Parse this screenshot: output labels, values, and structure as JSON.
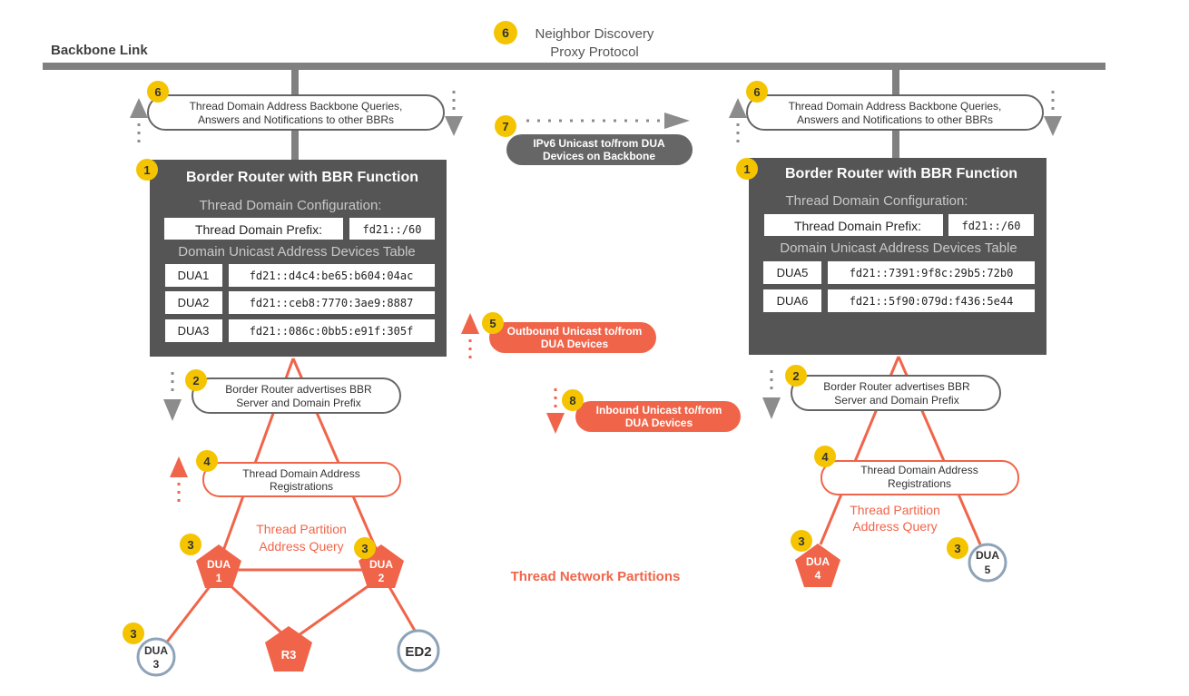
{
  "backbone": {
    "label": "Backbone Link",
    "nd_proxy_badge": "6",
    "nd_proxy_line1": "Neighbor Discovery",
    "nd_proxy_line2": "Proxy Protocol"
  },
  "center": {
    "ipv6_badge": "7",
    "ipv6_line1": "IPv6 Unicast to/from DUA",
    "ipv6_line2": "Devices on Backbone",
    "outbound_badge": "5",
    "outbound_line1": "Outbound Unicast to/from",
    "outbound_line2": "DUA Devices",
    "inbound_badge": "8",
    "inbound_line1": "Inbound Unicast to/from",
    "inbound_line2": "DUA Devices",
    "partitions_label": "Thread Network Partitions"
  },
  "left": {
    "queries_badge": "6",
    "queries_line1": "Thread Domain Address Backbone Queries,",
    "queries_line2": "Answers and Notifications to other BBRs",
    "router_badge": "1",
    "router_title": "Border Router with BBR Function",
    "config_title": "Thread Domain Configuration:",
    "prefix_label": "Thread Domain Prefix:",
    "prefix_value": "fd21::/60",
    "table_title": "Domain Unicast Address Devices Table",
    "rows": [
      {
        "name": "DUA1",
        "addr": "fd21::d4c4:be65:b604:04ac"
      },
      {
        "name": "DUA2",
        "addr": "fd21::ceb8:7770:3ae9:8887"
      },
      {
        "name": "DUA3",
        "addr": "fd21::086c:0bb5:e91f:305f"
      }
    ],
    "advertise_badge": "2",
    "advertise_line1": "Border Router advertises BBR",
    "advertise_line2": "Server and Domain Prefix",
    "registrations_badge": "4",
    "registrations_line1": "Thread Domain Address",
    "registrations_line2": "Registrations",
    "query_line1": "Thread Partition",
    "query_line2": "Address Query",
    "nodes": {
      "dua1_badge": "3",
      "dua1_line1": "DUA",
      "dua1_line2": "1",
      "dua2_badge": "3",
      "dua2_line1": "DUA",
      "dua2_line2": "2",
      "dua3_badge": "3",
      "dua3_line1": "DUA",
      "dua3_line2": "3",
      "r3": "R3",
      "ed2": "ED2"
    }
  },
  "right": {
    "queries_badge": "6",
    "queries_line1": "Thread Domain Address Backbone Queries,",
    "queries_line2": "Answers and Notifications to other BBRs",
    "router_badge": "1",
    "router_title": "Border Router with BBR Function",
    "config_title": "Thread Domain Configuration:",
    "prefix_label": "Thread Domain Prefix:",
    "prefix_value": "fd21::/60",
    "table_title": "Domain Unicast Address Devices Table",
    "rows": [
      {
        "name": "DUA5",
        "addr": "fd21::7391:9f8c:29b5:72b0"
      },
      {
        "name": "DUA6",
        "addr": "fd21::5f90:079d:f436:5e44"
      }
    ],
    "advertise_badge": "2",
    "advertise_line1": "Border Router advertises BBR",
    "advertise_line2": "Server and Domain Prefix",
    "registrations_badge": "4",
    "registrations_line1": "Thread Domain Address",
    "registrations_line2": "Registrations",
    "query_line1": "Thread Partition",
    "query_line2": "Address Query",
    "nodes": {
      "dua4_badge": "3",
      "dua4_line1": "DUA",
      "dua4_line2": "4",
      "dua5_badge": "3",
      "dua5_line1": "DUA",
      "dua5_line2": "5"
    }
  },
  "colors": {
    "backbone": "#808080",
    "router_box": "#555555",
    "orange": "#f0654a",
    "badge": "#f5c400",
    "grey_arrow": "#8c8c8c",
    "node_ring": "#8fa3b8"
  }
}
